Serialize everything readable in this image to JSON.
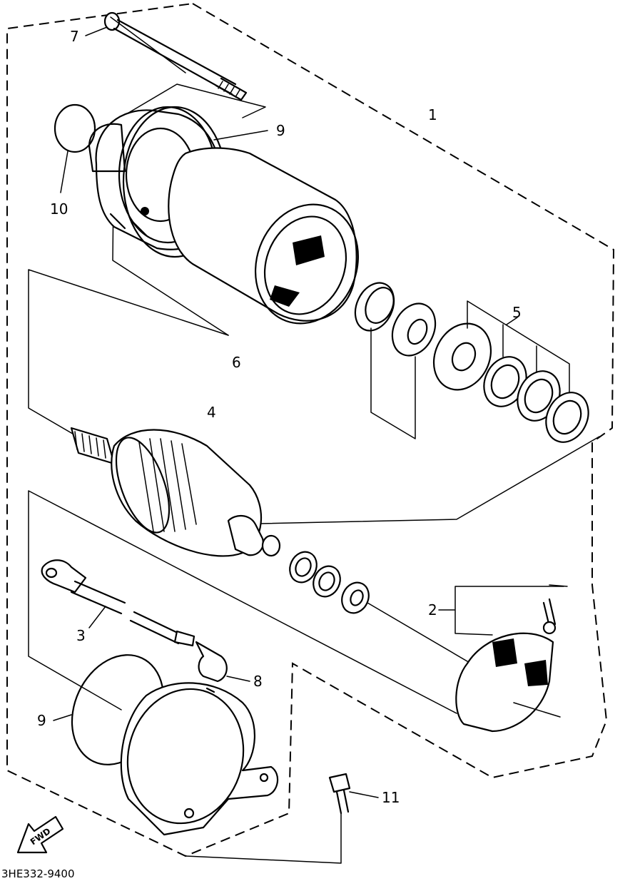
{
  "diagram_code": "3HE332-9400",
  "direction_label": "FWD",
  "callouts": {
    "starter_motor_assy": "1",
    "brush_set": "2",
    "cord_lead_wire": "3",
    "armature": "4",
    "washer_set": "5",
    "yoke_assy": "6",
    "through_bolt": "7",
    "cord_lead_wire_b": "8",
    "o_ring_upper": "9",
    "o_ring_lower": "9",
    "o_ring_small": "10",
    "bolt": "11"
  }
}
